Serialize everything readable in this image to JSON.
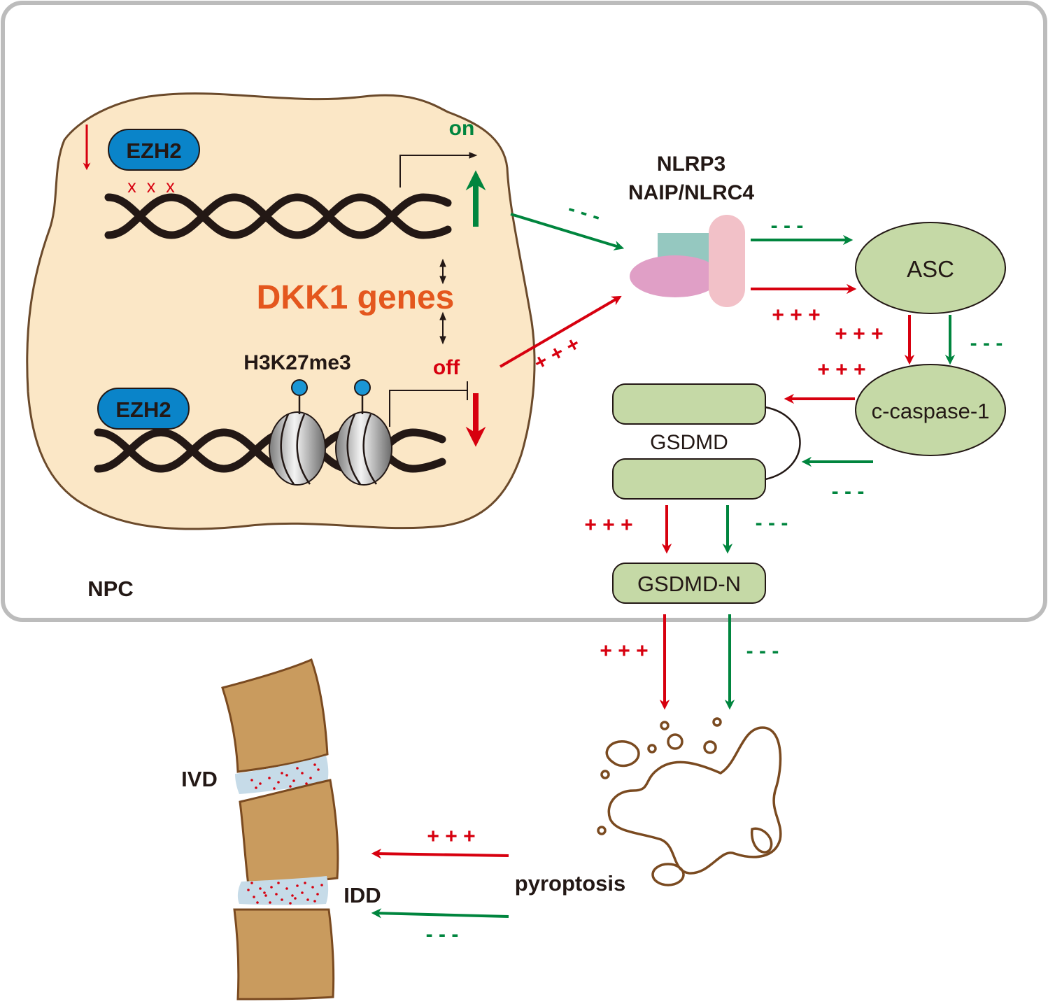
{
  "cell_label": "NPC",
  "nucleus": {
    "gene_title": "DKK1 genes",
    "state_on": "on",
    "state_off": "off",
    "ezh2_top": "EZH2",
    "ezh2_bottom": "EZH2",
    "blocked_marks": "x x x",
    "histone_mark": "H3K27me3"
  },
  "inflammasome": {
    "line1": "NLRP3",
    "line2": "NAIP/NLRC4"
  },
  "nodes": {
    "asc": "ASC",
    "caspase": "c-caspase-1",
    "gsdmd": "GSDMD",
    "gsdmd_n": "GSDMD-N",
    "pyroptosis": "pyroptosis",
    "ivd": "IVD",
    "idd": "IDD"
  },
  "signs": {
    "up": "+ + +",
    "down": "- - -"
  },
  "colors": {
    "up_red": "#d7000f",
    "down_green": "#00853e",
    "gene_title": "#e4571e",
    "nucleus_fill": "#fbe7c6",
    "nucleus_stroke": "#6b4a2b",
    "ezh2_blue": "#0a84c9",
    "node_green": "#c5d9a6",
    "vertebra": "#c99b5e",
    "disc": "#c6dbe8"
  }
}
